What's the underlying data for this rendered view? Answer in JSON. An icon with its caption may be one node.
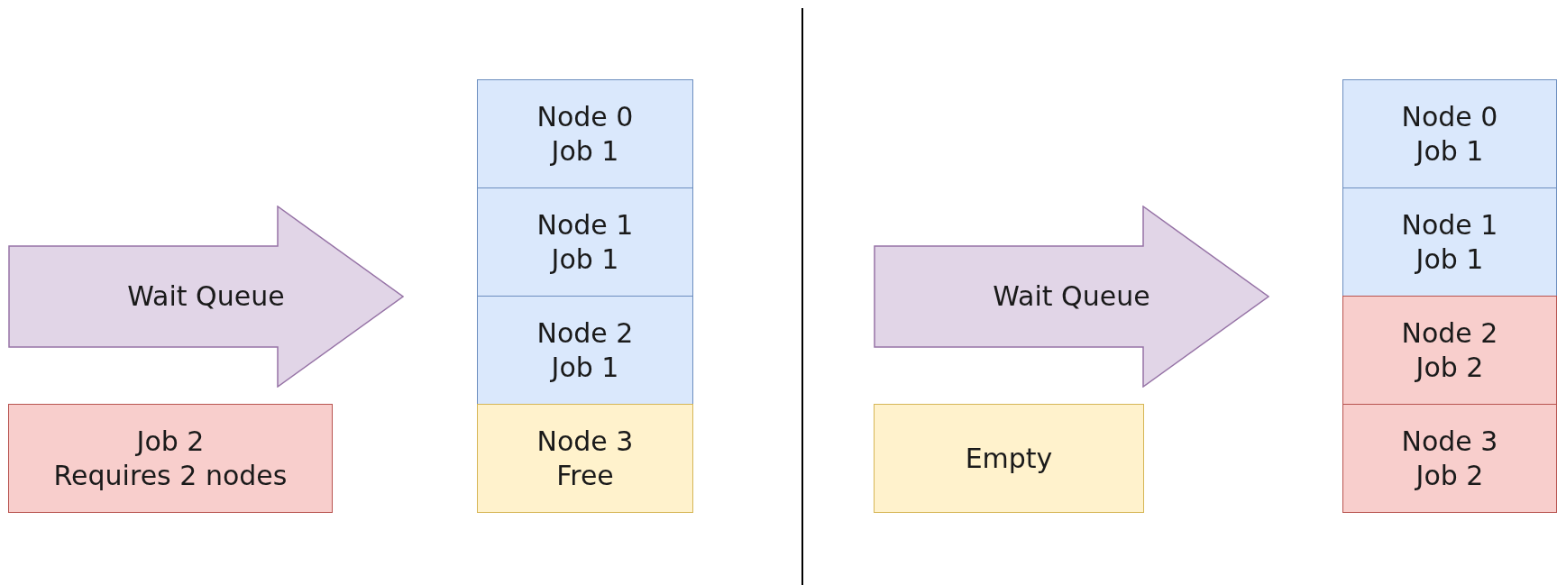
{
  "diagram": {
    "nodes": [
      {
        "text": [
          "Wait Queue"
        ]
      },
      {
        "text": [
          "Job 2",
          "Requires 2 nodes"
        ]
      },
      {
        "text": [
          "Node 0",
          "Job 1"
        ]
      },
      {
        "text": [
          "Node 1",
          "Job 1"
        ]
      },
      {
        "text": [
          "Node 2",
          "Job 1"
        ]
      },
      {
        "text": [
          "Node 3",
          "Free"
        ]
      },
      {
        "text": [
          "Wait Queue"
        ]
      },
      {
        "text": [
          "Empty"
        ]
      },
      {
        "text": [
          "Node 0",
          "Job 1"
        ]
      },
      {
        "text": [
          "Node 1",
          "Job 1"
        ]
      },
      {
        "text": [
          "Node 2",
          "Job 2"
        ]
      },
      {
        "text": [
          "Node 3",
          "Job 2"
        ]
      }
    ],
    "edges": []
  }
}
